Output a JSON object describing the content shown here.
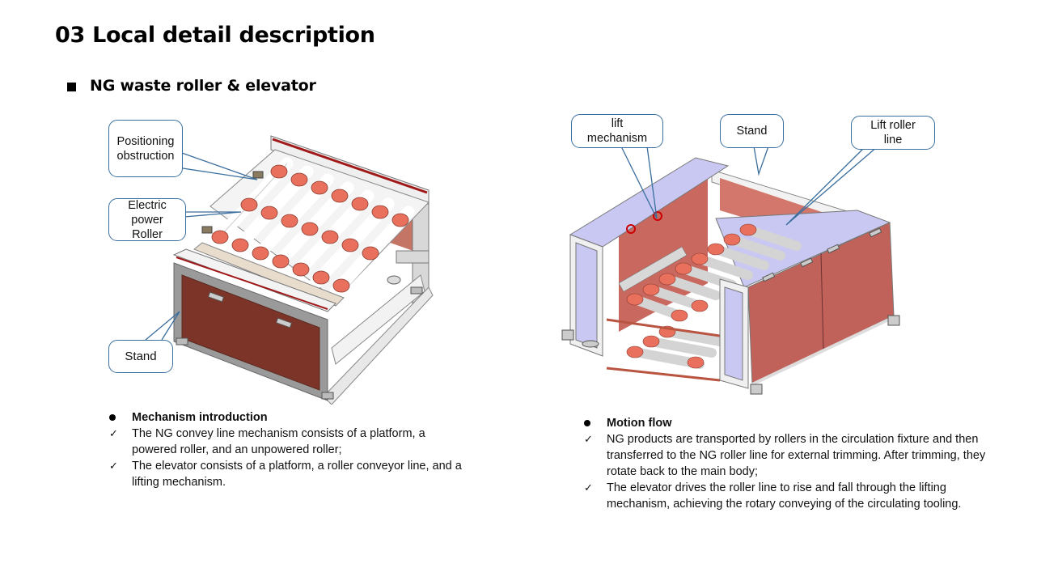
{
  "page": {
    "title": "03 Local detail description",
    "subtitle": "NG waste roller & elevator"
  },
  "left_figure": {
    "description": "NG waste roller conveyor with stand",
    "callouts": [
      {
        "id": "positioning",
        "label": "Positioning obstruction"
      },
      {
        "id": "electric-roller",
        "label": "Electric power Roller"
      },
      {
        "id": "stand",
        "label": "Stand"
      }
    ]
  },
  "right_figure": {
    "description": "Elevator with two-level roller lines",
    "callouts": [
      {
        "id": "lift-mechanism",
        "label": "lift mechanism"
      },
      {
        "id": "stand",
        "label": "Stand"
      },
      {
        "id": "lift-roller-line",
        "label": "Lift roller line"
      }
    ]
  },
  "left_text": {
    "heading": "Mechanism introduction",
    "items": [
      "The NG convey line mechanism consists of a platform, a powered roller, and an unpowered roller;",
      "The elevator consists of a platform, a roller conveyor line, and a lifting mechanism."
    ]
  },
  "right_text": {
    "heading": "Motion flow",
    "items": [
      "NG products are transported by rollers in the circulation fixture and then transferred to the NG roller line for external trimming. After trimming, they rotate back to the main body;",
      "The elevator drives the roller line to rise and fall through the lifting mechanism, achieving the rotary conveying of the circulating tooling."
    ]
  },
  "icons": {
    "bullet": "square-bullet-icon",
    "list_bullet": "circle-bullet-icon",
    "check": "✓"
  },
  "colors": {
    "callout_border": "#3a6e9e",
    "roller_orange": "#e8705c",
    "panel_red": "#7c3428",
    "panel_pink": "#c9685f",
    "frame_lavender": "#c8c8f2"
  }
}
